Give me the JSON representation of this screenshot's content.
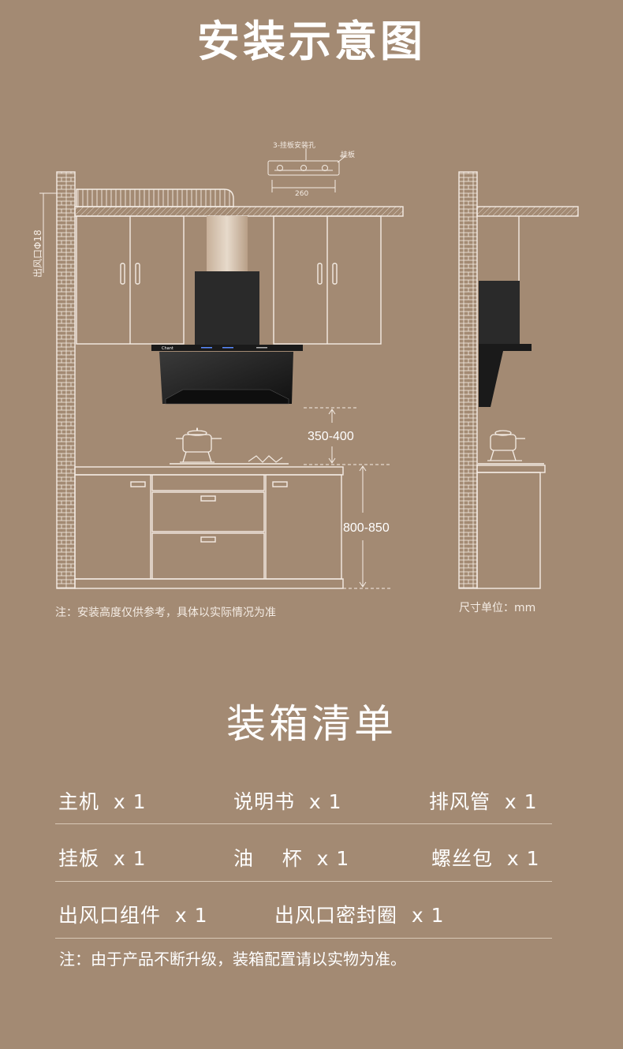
{
  "install": {
    "title": "安装示意图",
    "diagram": {
      "outlet_label": "出风口Φ18",
      "hole_label": "3-挂板安装孔",
      "plate_label": "挂板",
      "plate_width": "260",
      "brand": "Chant",
      "height_range_1": "350-400",
      "height_range_2": "800-850"
    },
    "note": "注：安装高度仅供参考，具体以实际情况为准",
    "unit": "尺寸单位：mm"
  },
  "packing": {
    "title": "装箱清单",
    "rows": [
      [
        "主机  x 1",
        "说明书  x 1",
        "排风管  x 1"
      ],
      [
        "挂板  x 1",
        "油    杯  x 1",
        "螺丝包  x 1"
      ],
      [
        "出风口组件  x 1",
        "出风口密封圈  x 1"
      ]
    ],
    "note": "注：由于产品不断升级，装箱配置请以实物为准。"
  },
  "colors": {
    "background": "#a38a73",
    "line": "#f4ece4",
    "hood": "#1c1c1c"
  }
}
